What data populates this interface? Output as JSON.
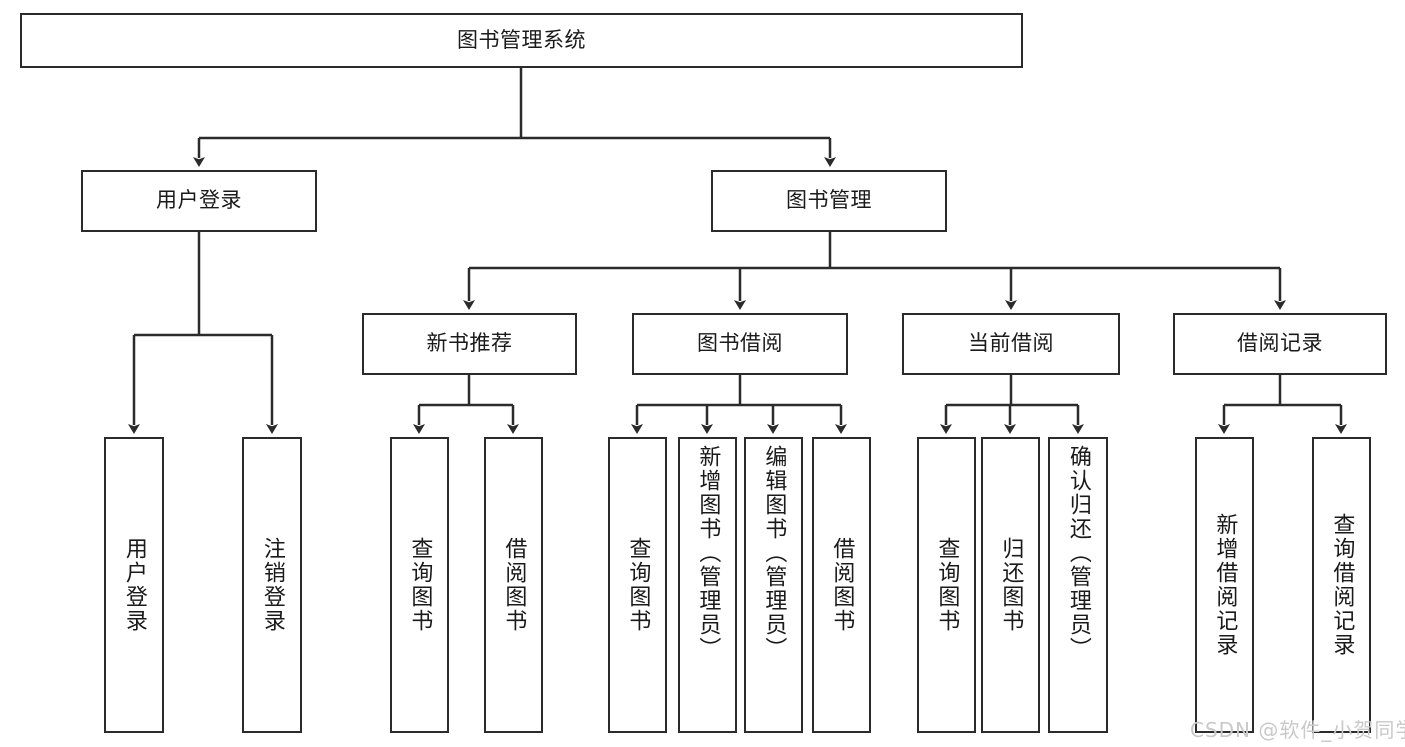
{
  "diagram": {
    "type": "tree-hierarchy",
    "title": "图书管理系统",
    "watermark": "CSDN @软件_小贺同学",
    "colors": {
      "stroke": "#2b2b2b",
      "fill": "#ffffff",
      "text": "#1a1a1a",
      "watermark": "#c9c9c9",
      "background": "#ffffff"
    },
    "levels": [
      {
        "level": 1,
        "nodes": [
          {
            "id": "root",
            "label": "图书管理系统",
            "orientation": "horizontal"
          }
        ]
      },
      {
        "level": 2,
        "nodes": [
          {
            "id": "login",
            "label": "用户登录",
            "orientation": "horizontal",
            "parent": "root"
          },
          {
            "id": "bookmgmt",
            "label": "图书管理",
            "orientation": "horizontal",
            "parent": "root"
          }
        ]
      },
      {
        "level": 3,
        "nodes": [
          {
            "id": "newbook",
            "label": "新书推荐",
            "orientation": "horizontal",
            "parent": "bookmgmt"
          },
          {
            "id": "borrow",
            "label": "图书借阅",
            "orientation": "horizontal",
            "parent": "bookmgmt"
          },
          {
            "id": "current",
            "label": "当前借阅",
            "orientation": "horizontal",
            "parent": "bookmgmt"
          },
          {
            "id": "records",
            "label": "借阅记录",
            "orientation": "horizontal",
            "parent": "bookmgmt"
          }
        ]
      },
      {
        "level": 4,
        "nodes": [
          {
            "id": "leaf-user-login",
            "label": "用户登录",
            "orientation": "vertical",
            "parent": "login"
          },
          {
            "id": "leaf-user-logout",
            "label": "注销登录",
            "orientation": "vertical",
            "parent": "login"
          },
          {
            "id": "leaf-query-book-1",
            "label": "查询图书",
            "orientation": "vertical",
            "parent": "newbook"
          },
          {
            "id": "leaf-borrow-book-1",
            "label": "借阅图书",
            "orientation": "vertical",
            "parent": "newbook"
          },
          {
            "id": "leaf-query-book-2",
            "label": "查询图书",
            "orientation": "vertical",
            "parent": "borrow"
          },
          {
            "id": "leaf-add-book",
            "label": "新增图书（管理员）",
            "orientation": "vertical",
            "parent": "borrow"
          },
          {
            "id": "leaf-edit-book",
            "label": "编辑图书（管理员）",
            "orientation": "vertical",
            "parent": "borrow"
          },
          {
            "id": "leaf-borrow-book-2",
            "label": "借阅图书",
            "orientation": "vertical",
            "parent": "borrow"
          },
          {
            "id": "leaf-query-book-3",
            "label": "查询图书",
            "orientation": "vertical",
            "parent": "current"
          },
          {
            "id": "leaf-return-book",
            "label": "归还图书",
            "orientation": "vertical",
            "parent": "current"
          },
          {
            "id": "leaf-confirm-return",
            "label": "确认归还（管理员）",
            "orientation": "vertical",
            "parent": "current"
          },
          {
            "id": "leaf-add-record",
            "label": "新增借阅记录",
            "orientation": "vertical",
            "parent": "records"
          },
          {
            "id": "leaf-query-record",
            "label": "查询借阅记录",
            "orientation": "vertical",
            "parent": "records"
          }
        ]
      }
    ]
  }
}
